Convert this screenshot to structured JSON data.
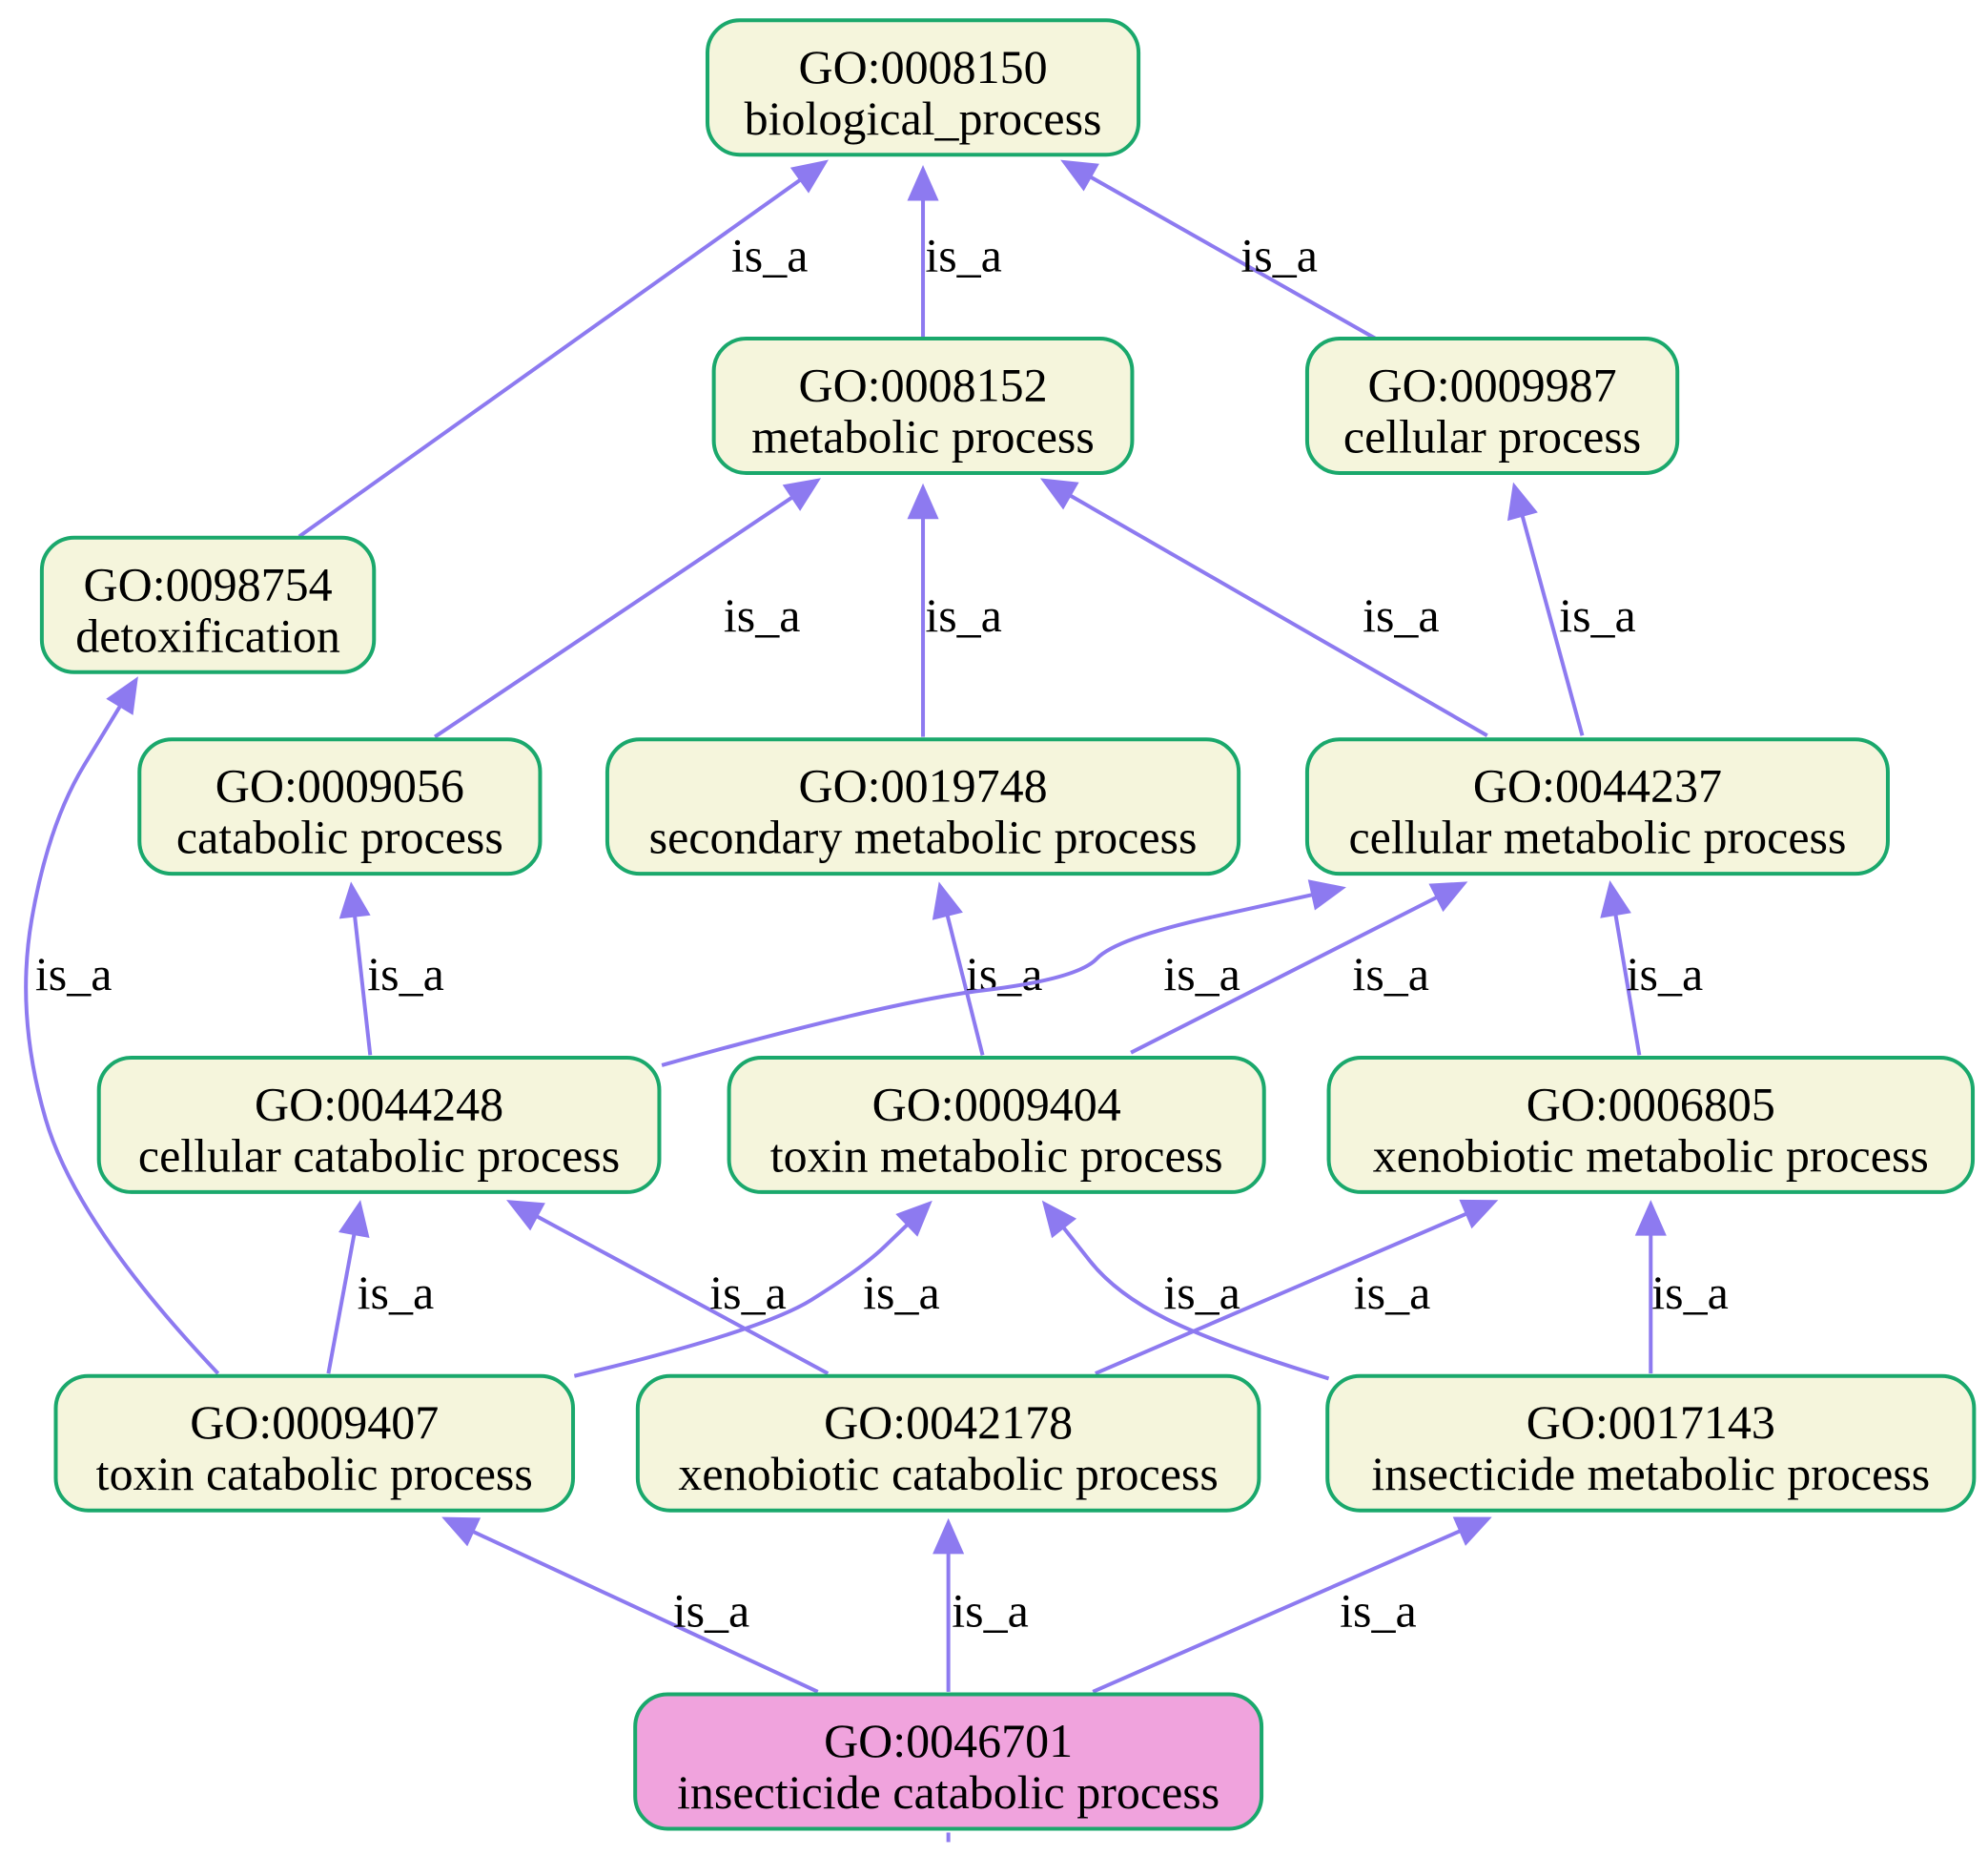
{
  "colors": {
    "node_fill": "#f5f5dc",
    "focus_fill": "#f0a3dd",
    "node_border": "#1aa86c",
    "edge": "#8d7af0"
  },
  "nodes": [
    {
      "key": "n8150",
      "id": "GO:0008150",
      "name": "biological_process"
    },
    {
      "key": "n8152",
      "id": "GO:0008152",
      "name": "metabolic process"
    },
    {
      "key": "n9987",
      "id": "GO:0009987",
      "name": "cellular process"
    },
    {
      "key": "n98754",
      "id": "GO:0098754",
      "name": "detoxification"
    },
    {
      "key": "n9056",
      "id": "GO:0009056",
      "name": "catabolic process"
    },
    {
      "key": "n19748",
      "id": "GO:0019748",
      "name": "secondary metabolic process"
    },
    {
      "key": "n44237",
      "id": "GO:0044237",
      "name": "cellular metabolic process"
    },
    {
      "key": "n44248",
      "id": "GO:0044248",
      "name": "cellular catabolic process"
    },
    {
      "key": "n9404",
      "id": "GO:0009404",
      "name": "toxin metabolic process"
    },
    {
      "key": "n6805",
      "id": "GO:0006805",
      "name": "xenobiotic metabolic process"
    },
    {
      "key": "n9407",
      "id": "GO:0009407",
      "name": "toxin catabolic process"
    },
    {
      "key": "n42178",
      "id": "GO:0042178",
      "name": "xenobiotic catabolic process"
    },
    {
      "key": "n17143",
      "id": "GO:0017143",
      "name": "insecticide metabolic process"
    },
    {
      "key": "n46701",
      "id": "GO:0046701",
      "name": "insecticide catabolic process",
      "focus": true
    }
  ],
  "edges": [
    {
      "from": "n98754",
      "to": "n8150",
      "label": "is_a"
    },
    {
      "from": "n8152",
      "to": "n8150",
      "label": "is_a"
    },
    {
      "from": "n9987",
      "to": "n8150",
      "label": "is_a"
    },
    {
      "from": "n9056",
      "to": "n8152",
      "label": "is_a"
    },
    {
      "from": "n19748",
      "to": "n8152",
      "label": "is_a"
    },
    {
      "from": "n44237",
      "to": "n8152",
      "label": "is_a"
    },
    {
      "from": "n44237",
      "to": "n9987",
      "label": "is_a"
    },
    {
      "from": "n9407",
      "to": "n98754",
      "label": "is_a"
    },
    {
      "from": "n44248",
      "to": "n9056",
      "label": "is_a"
    },
    {
      "from": "n9404",
      "to": "n19748",
      "label": "is_a"
    },
    {
      "from": "n44248",
      "to": "n44237",
      "label": "is_a"
    },
    {
      "from": "n9404",
      "to": "n44237",
      "label": "is_a"
    },
    {
      "from": "n6805",
      "to": "n44237",
      "label": "is_a"
    },
    {
      "from": "n9407",
      "to": "n44248",
      "label": "is_a"
    },
    {
      "from": "n42178",
      "to": "n44248",
      "label": "is_a"
    },
    {
      "from": "n9407",
      "to": "n9404",
      "label": "is_a"
    },
    {
      "from": "n17143",
      "to": "n9404",
      "label": "is_a"
    },
    {
      "from": "n42178",
      "to": "n6805",
      "label": "is_a"
    },
    {
      "from": "n17143",
      "to": "n6805",
      "label": "is_a"
    },
    {
      "from": "n46701",
      "to": "n9407",
      "label": "is_a"
    },
    {
      "from": "n46701",
      "to": "n42178",
      "label": "is_a"
    },
    {
      "from": "n46701",
      "to": "n17143",
      "label": "is_a"
    }
  ]
}
